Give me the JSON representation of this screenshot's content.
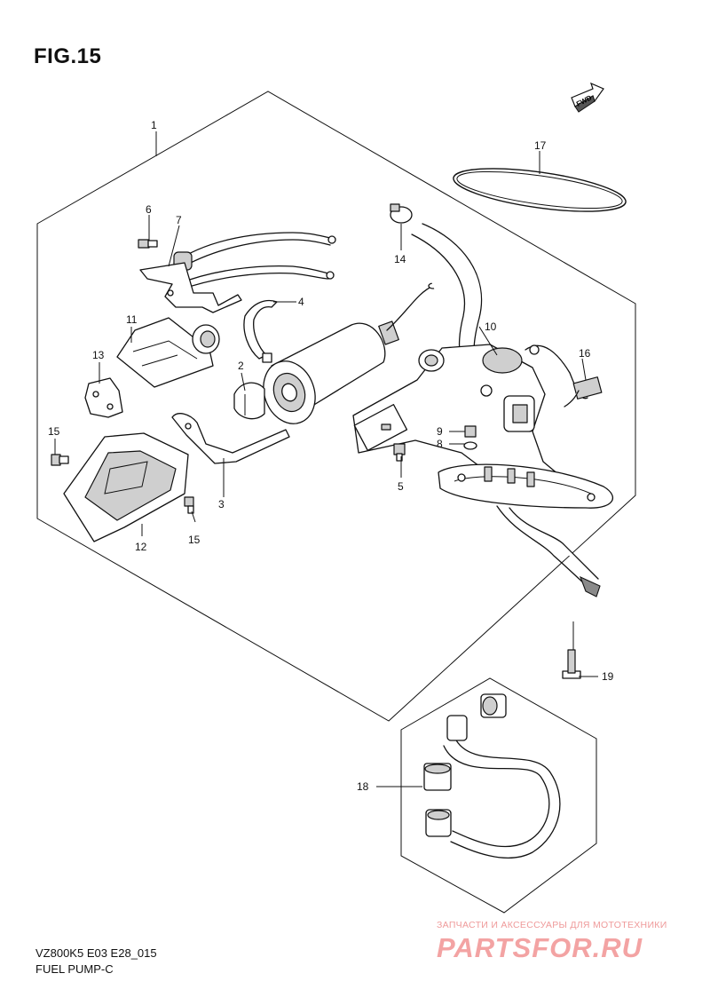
{
  "figure": {
    "title": "FIG.15",
    "model_code": "VZ800K5 E03 E28_015",
    "section_name": "FUEL PUMP-C"
  },
  "fwd_label": "FWD",
  "callouts": [
    "1",
    "2",
    "3",
    "4",
    "5",
    "6",
    "7",
    "8",
    "9",
    "10",
    "11",
    "12",
    "13",
    "14",
    "15",
    "15",
    "16",
    "17",
    "18",
    "19"
  ],
  "watermark": {
    "tagline": "ЗАПЧАСТИ И АКСЕССУАРЫ ДЛЯ МОТОТЕХНИКИ",
    "brand": "PARTSFOR.RU",
    "color": "#f3a3a3"
  }
}
